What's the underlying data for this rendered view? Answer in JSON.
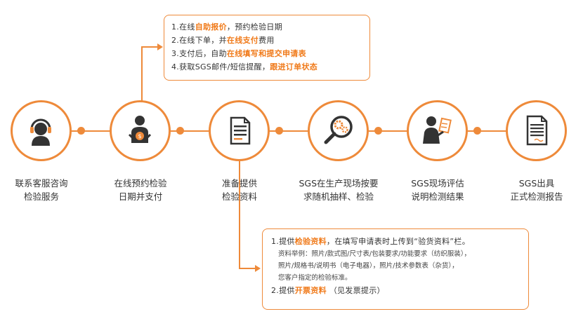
{
  "top_box": {
    "l1": {
      "p1": "1.在线",
      "h1": "自助报价",
      "p2": "，预约检验日期"
    },
    "l2": {
      "p1": "2.在线下单，并",
      "h1": "在线支付",
      "p2": "费用"
    },
    "l3": {
      "p1": "3.支付后，自助",
      "h1": "在线填写和提交申请表"
    },
    "l4": {
      "p1": "4.获取SGS邮件/短信提醒，",
      "h1": "跟进订单状态"
    }
  },
  "steps": [
    {
      "line1": "联系客服咨询",
      "line2": "检验服务",
      "icon": "headset-agent-icon"
    },
    {
      "line1": "在线预约检验",
      "line2": "日期并支付",
      "icon": "payment-coin-icon"
    },
    {
      "line1": "准备提供",
      "line2": "检验资料",
      "icon": "document-icon"
    },
    {
      "line1": "SGS在生产现场按要",
      "line2": "求随机抽样、检验",
      "icon": "magnifier-gears-icon"
    },
    {
      "line1": "SGS现场评估",
      "line2": "说明检测结果",
      "icon": "inspector-icon"
    },
    {
      "line1": "SGS出具",
      "line2": "正式检测报告",
      "icon": "report-icon"
    }
  ],
  "bottom_box": {
    "l1": {
      "p1": "1.提供",
      "h1": "检验资料",
      "p2": "，在填写申请表时上传到“验货资料”栏。"
    },
    "sub1": "资料举例：照片/款式图/尺寸表/包装要求/功能要求（纺织服装），",
    "sub2": "照片/规格书/说明书（电子电器），照片/技术参数表（杂货），",
    "sub3": "您客户指定的检验标准。",
    "l2": {
      "p1": "2.提供",
      "h1": "开票资料",
      "p2": " （见发票提示）"
    }
  },
  "colors": {
    "accent": "#ee8a3a",
    "highlight": "#f07a1a",
    "icon": "#333333"
  }
}
